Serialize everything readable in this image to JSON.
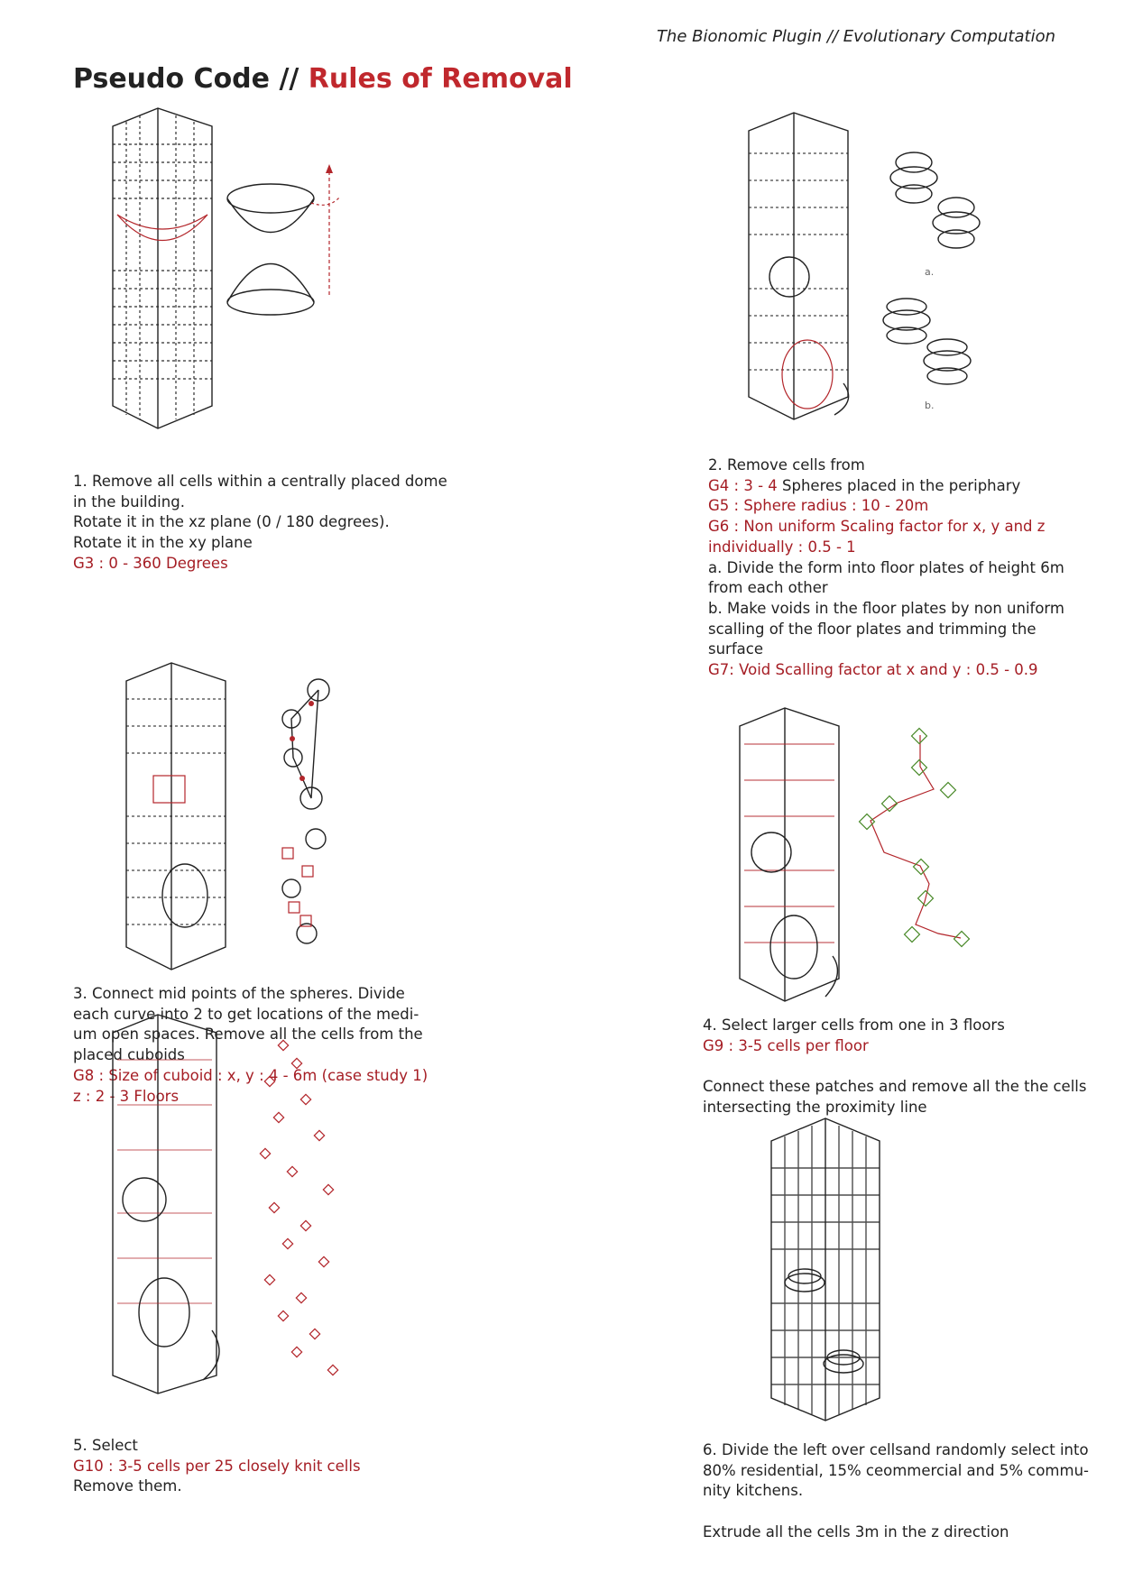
{
  "header": {
    "text": "The Bionomic Plugin // Evolutionary Computation"
  },
  "title": {
    "main": "Pseudo Code //",
    "sub": " Rules of Removal"
  },
  "figure2_labels": {
    "a": "a.",
    "b": "b."
  },
  "step1": {
    "l1": "1. Remove all cells within a centrally placed dome",
    "l2": "in the building.",
    "l3": "Rotate it in the xz plane (0 / 180 degrees).",
    "l4": "Rotate it in the xy plane",
    "g": "G3 : 0 - 360 Degrees"
  },
  "step2": {
    "l1": "2. Remove cells from",
    "g4a": "G4 : 3 - 4",
    "g4b": " Spheres placed in the periphary",
    "g5": "G5 : Sphere radius : 10 - 20m",
    "g6a": "G6 : Non uniform Scaling factor for x, y and z",
    "g6b": "individually : 0.5 - 1",
    "a1": "a. Divide the form into floor plates of height 6m",
    "a2": "from each other",
    "b1": "b. Make voids in the floor plates by non uniform",
    "b2": "scalling of the floor plates and trimming the",
    "b3": "surface",
    "g7": "G7: Void Scalling factor at x and y : 0.5 - 0.9"
  },
  "step3": {
    "l1": "3.  Connect  mid  points  of  the  spheres.  Divide",
    "l2": "each curve into 2 to get locations of the medi-",
    "l3": "um open spaces. Remove all the cells from the",
    "l4": "placed cuboids",
    "g8a": "G8 : Size of cuboid : x, y : 4 - 6m  (case study 1)",
    "g8b": "z : 2 - 3 Floors"
  },
  "step4": {
    "l1": "4. Select larger cells from one in 3 floors",
    "g9": "G9 : 3-5 cells per floor",
    "c1": "Connect these patches and remove all the the cells",
    "c2": "intersecting the proximity line"
  },
  "step5": {
    "l1": "5. Select",
    "g10": "G10 : 3-5 cells per 25 closely knit cells",
    "l2": "Remove them."
  },
  "step6": {
    "l1": "6. Divide the left over cellsand randomly select into",
    "l2": "80% residential, 15% ceommercial and 5% commu-",
    "l3": "nity kitchens.",
    "l4": "Extrude all the cells 3m in the z direction"
  },
  "colors": {
    "accent_red": "#c0282d",
    "text": "#222222",
    "green": "#4a8a2a"
  }
}
